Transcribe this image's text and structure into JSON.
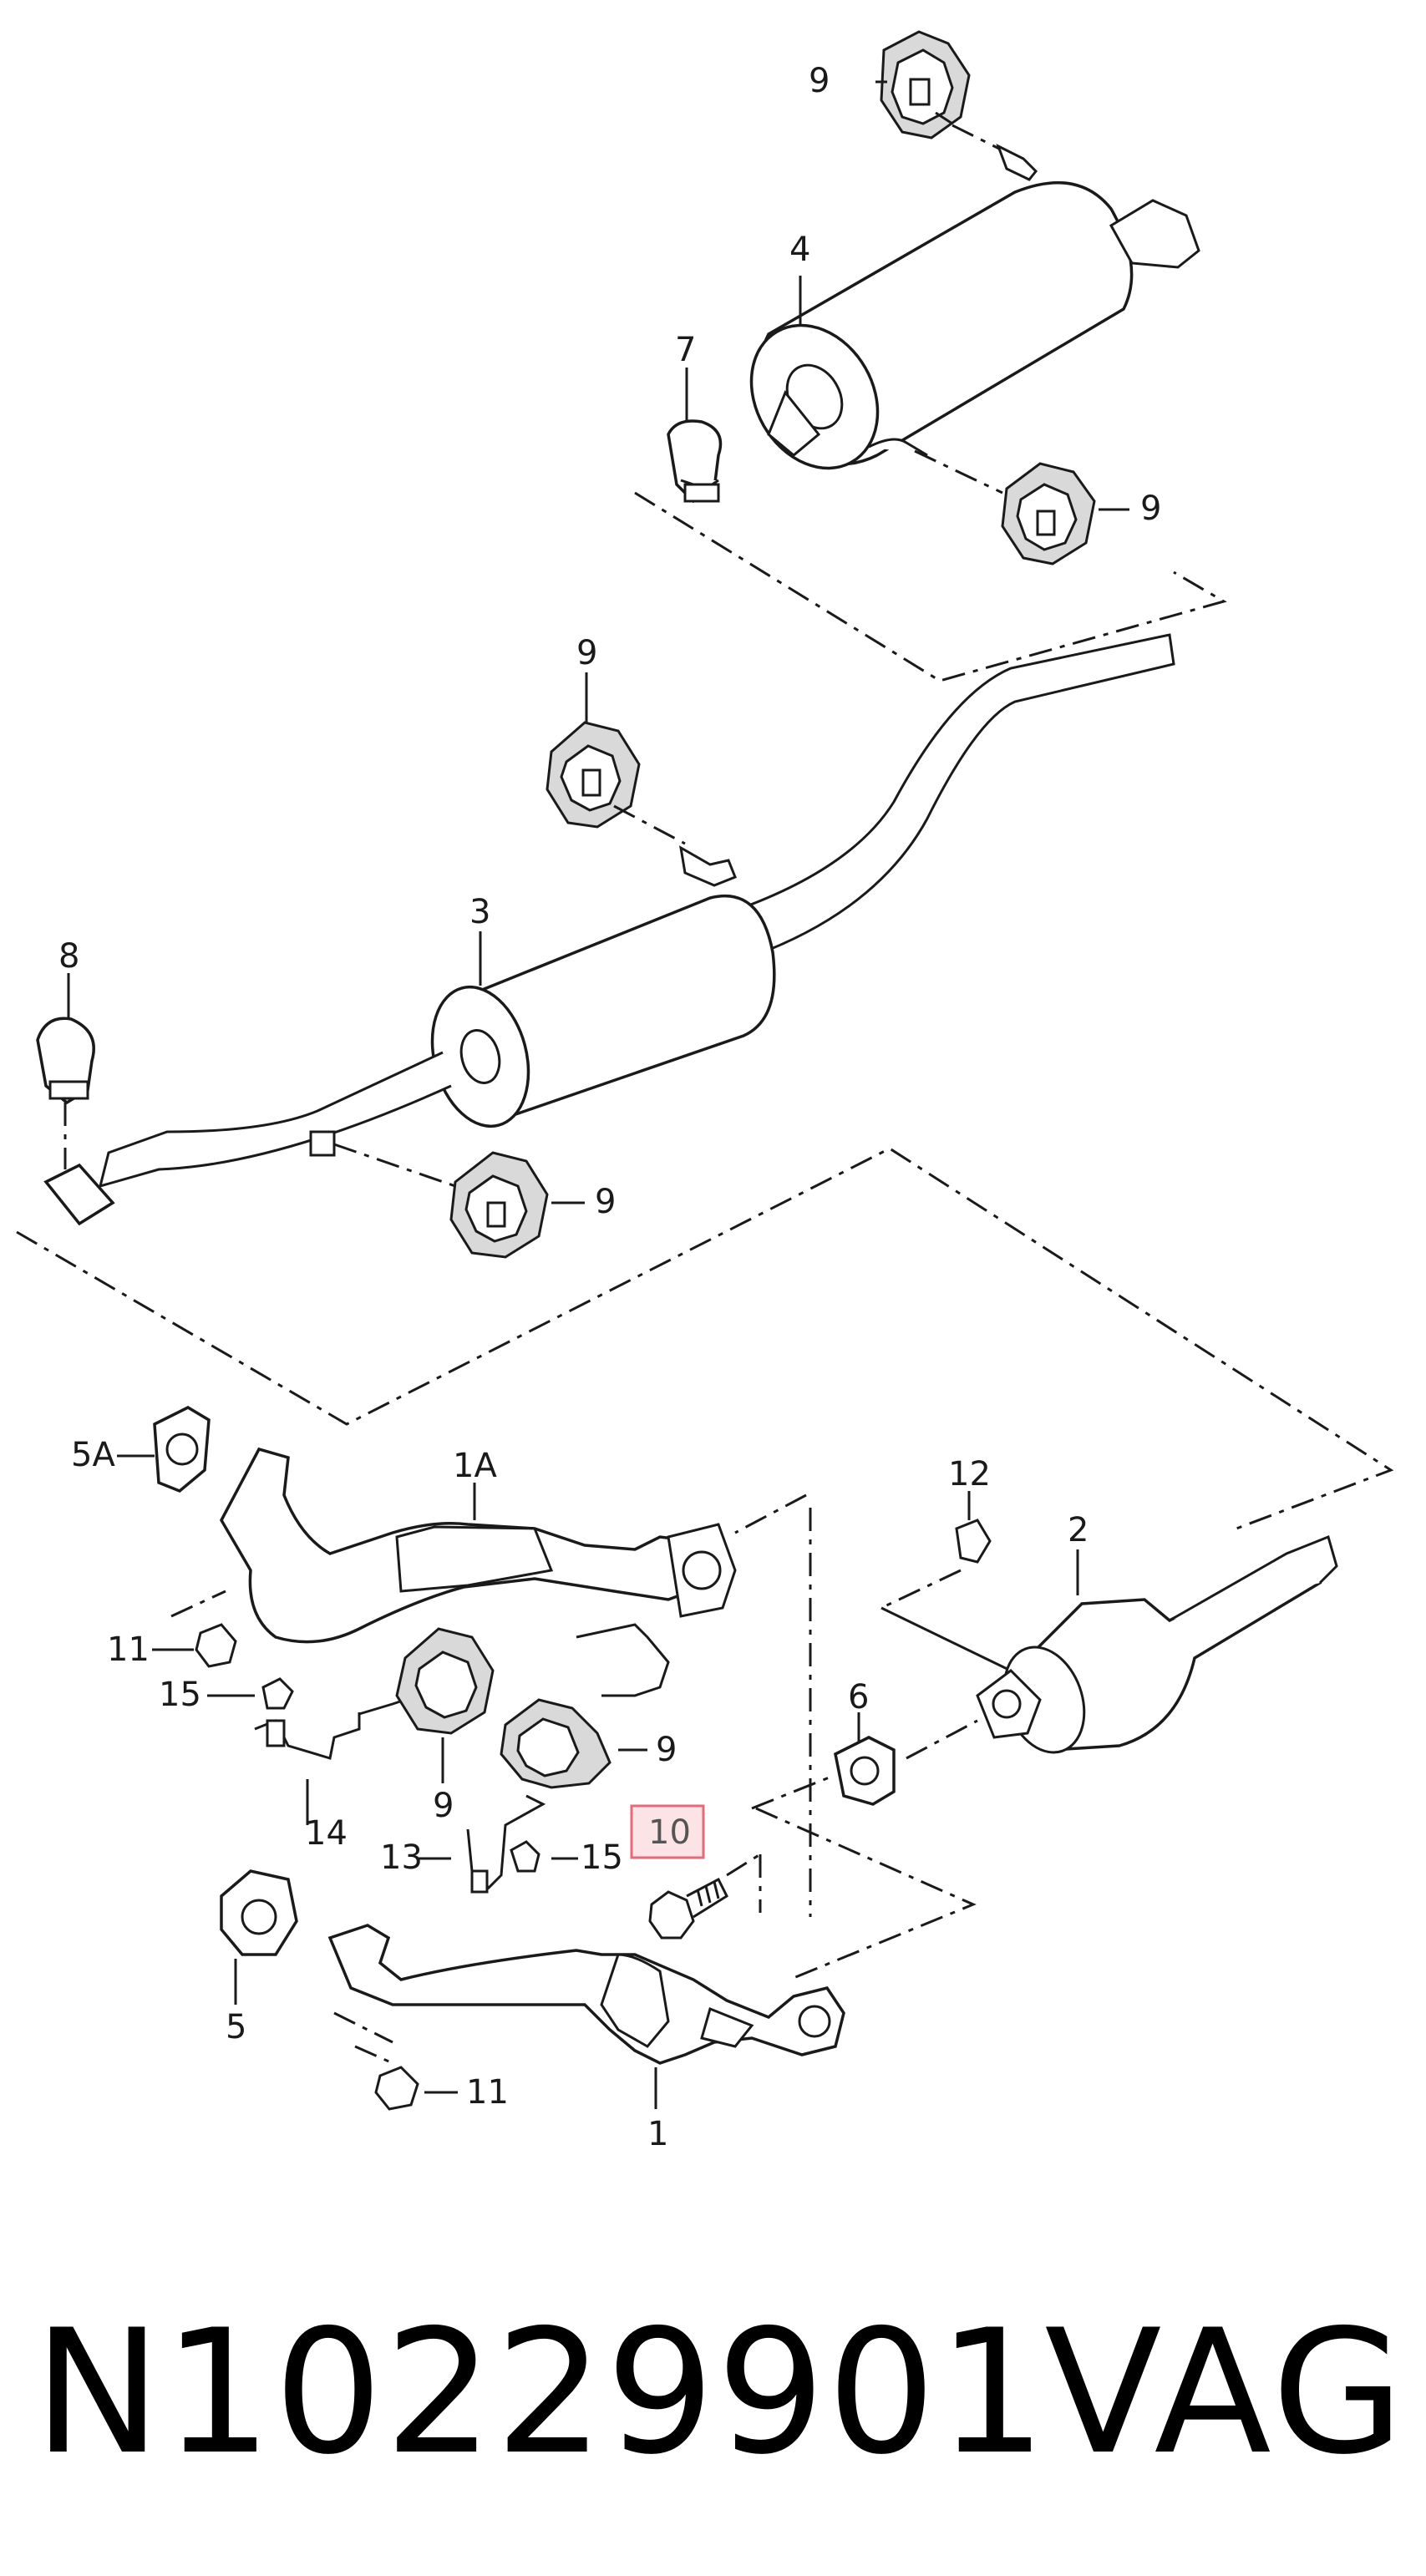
{
  "callouts": {
    "c9_top": "9",
    "c4": "4",
    "c7": "7",
    "c9_rear": "9",
    "c9_mid": "9",
    "c3": "3",
    "c8": "8",
    "c9_center": "9",
    "c5a": "5A",
    "c1a": "1A",
    "c12": "12",
    "c2": "2",
    "c11_left": "11",
    "c15_left": "15",
    "c9_front_a": "9",
    "c9_front_b": "9",
    "c6": "6",
    "c14": "14",
    "c13": "13",
    "c15_right": "15",
    "c10": "10",
    "c5": "5",
    "c11_bottom": "11",
    "c1": "1"
  },
  "highlight": {
    "callout": "10",
    "color": "#e86a7a",
    "fill": "#fbe3e6"
  },
  "footer": {
    "part_number": "N10229901",
    "brand": "VAG"
  }
}
